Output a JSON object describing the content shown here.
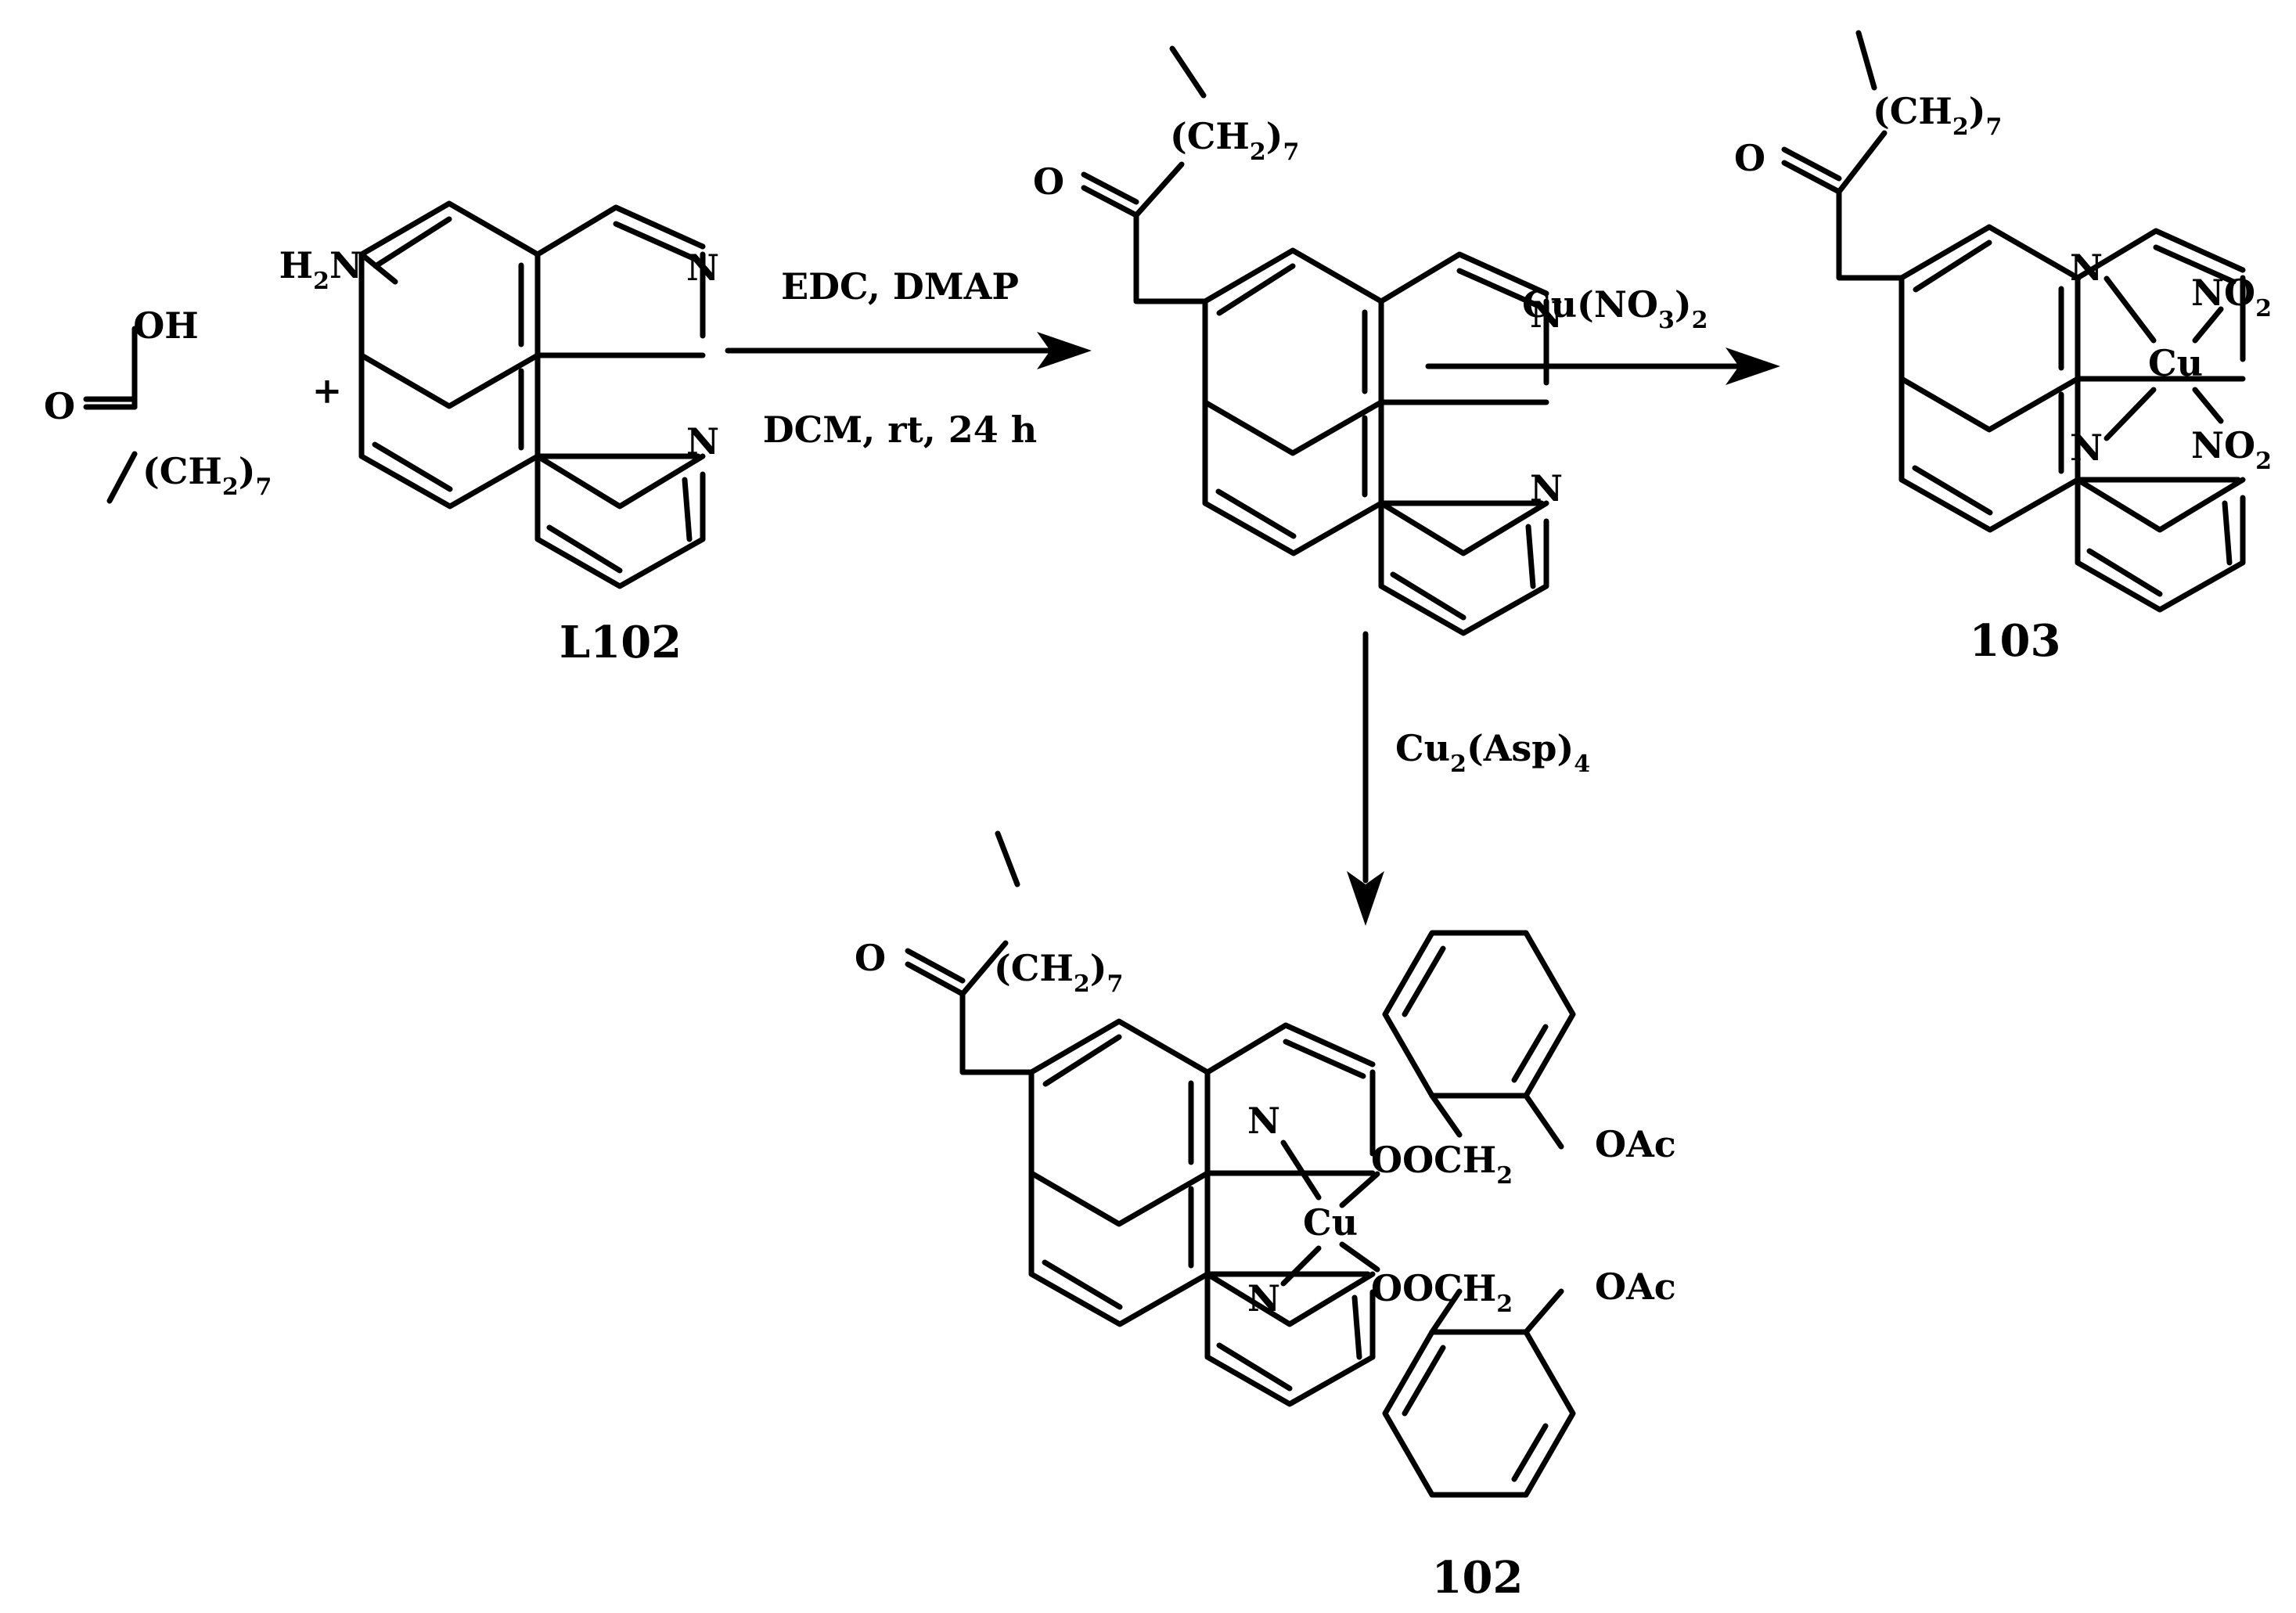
{
  "atoms": {
    "hydroxyl": "OH",
    "oxygen": "O",
    "nitrogen": "N",
    "amine_h": "H",
    "amine_sub": "2",
    "copper": "Cu",
    "nitro_no": "NO",
    "nitro_sub": "2"
  },
  "chain": {
    "open": "(CH",
    "close": ")",
    "h_sub": "2",
    "n_sub": "7"
  },
  "plus": "+",
  "reagents": {
    "step1_top": "EDC, DMAP",
    "step1_bottom": "DCM, rt, 24 h",
    "step2_pre": "Cu(NO",
    "step2_sub1": "3",
    "step2_close": ")",
    "step2_sub2": "2",
    "step3_pre": "Cu",
    "step3_sub1": "2",
    "step3_mid": "(Asp)",
    "step3_sub2": "4"
  },
  "aspirin": {
    "carboxylate": "OOCH",
    "carboxylate_sub": "2",
    "acetoxy": "OAc"
  },
  "labels": {
    "ligand": "L102",
    "nitrate_complex": "103",
    "aspirinate_complex": "102"
  }
}
